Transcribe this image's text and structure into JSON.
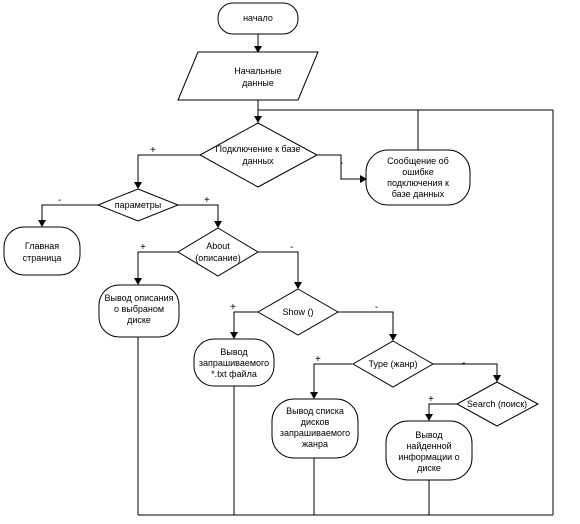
{
  "flowchart": {
    "nodes": {
      "start": {
        "lines": [
          "начало"
        ]
      },
      "input": {
        "lines": [
          "Начальные",
          "данные"
        ]
      },
      "db_connect": {
        "lines": [
          "Подключение к базе",
          "данных"
        ]
      },
      "db_error": {
        "lines": [
          "Сообщение об",
          "ошибке",
          "подключения к",
          "базе данных"
        ]
      },
      "params": {
        "lines": [
          "параметры"
        ]
      },
      "home": {
        "lines": [
          "Главная",
          "страница"
        ]
      },
      "about": {
        "lines": [
          "About",
          "(описание)"
        ]
      },
      "disk_desc": {
        "lines": [
          "Вывод описания",
          "о выбраном",
          "диске"
        ]
      },
      "show": {
        "lines": [
          "Show ()"
        ]
      },
      "file_out": {
        "lines": [
          "Вывод",
          "запрашиваемого",
          "*.txt файла"
        ]
      },
      "type": {
        "lines": [
          "Type (жанр)"
        ]
      },
      "disk_list": {
        "lines": [
          "Вывод списка",
          "дисков",
          "запрашиваемого",
          "жанра"
        ]
      },
      "search": {
        "lines": [
          "Search (поиск)"
        ]
      },
      "search_out": {
        "lines": [
          "Вывод",
          "найденной",
          "информации о",
          "диске"
        ]
      }
    },
    "branch_labels": {
      "db_connect_yes": "+",
      "db_connect_no": "-",
      "params_no": "-",
      "params_yes": "+",
      "about_yes": "+",
      "about_no": "-",
      "show_yes": "+",
      "show_no": "-",
      "type_yes": "+",
      "type_no": "-",
      "search_yes": "+"
    }
  }
}
